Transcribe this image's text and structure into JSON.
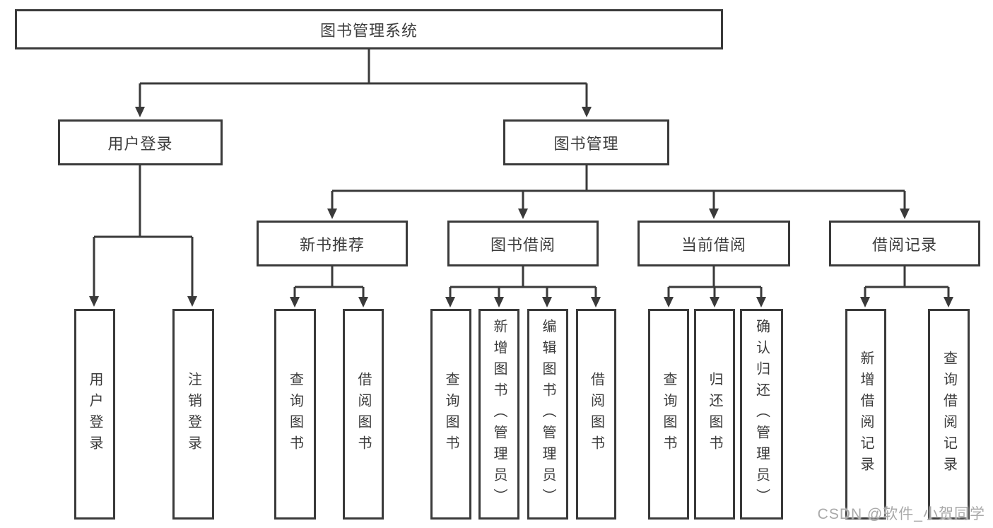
{
  "diagram": {
    "root": {
      "label": "图书管理系统"
    },
    "branches": [
      {
        "label": "用户登录",
        "leaves": [
          {
            "label": "用户登录"
          },
          {
            "label": "注销登录"
          }
        ]
      },
      {
        "label": "图书管理",
        "groups": [
          {
            "label": "新书推荐",
            "leaves": [
              {
                "label": "查询图书"
              },
              {
                "label": "借阅图书"
              }
            ]
          },
          {
            "label": "图书借阅",
            "leaves": [
              {
                "label": "查询图书"
              },
              {
                "label": "新增图书（管理员）"
              },
              {
                "label": "编辑图书（管理员）"
              },
              {
                "label": "借阅图书"
              }
            ]
          },
          {
            "label": "当前借阅",
            "leaves": [
              {
                "label": "查询图书"
              },
              {
                "label": "归还图书"
              },
              {
                "label": "确认归还（管理员）"
              }
            ]
          },
          {
            "label": "借阅记录",
            "leaves": [
              {
                "label": "新增借阅记录"
              },
              {
                "label": "查询借阅记录"
              }
            ]
          }
        ]
      }
    ]
  },
  "watermark": {
    "text": "CSDN @软件_小贺同学"
  },
  "colors": {
    "line": "#3a3a3a",
    "border": "#3a3a3a",
    "text": "#3c3c3c",
    "watermark": "#a9a9a9",
    "background": "#ffffff"
  }
}
